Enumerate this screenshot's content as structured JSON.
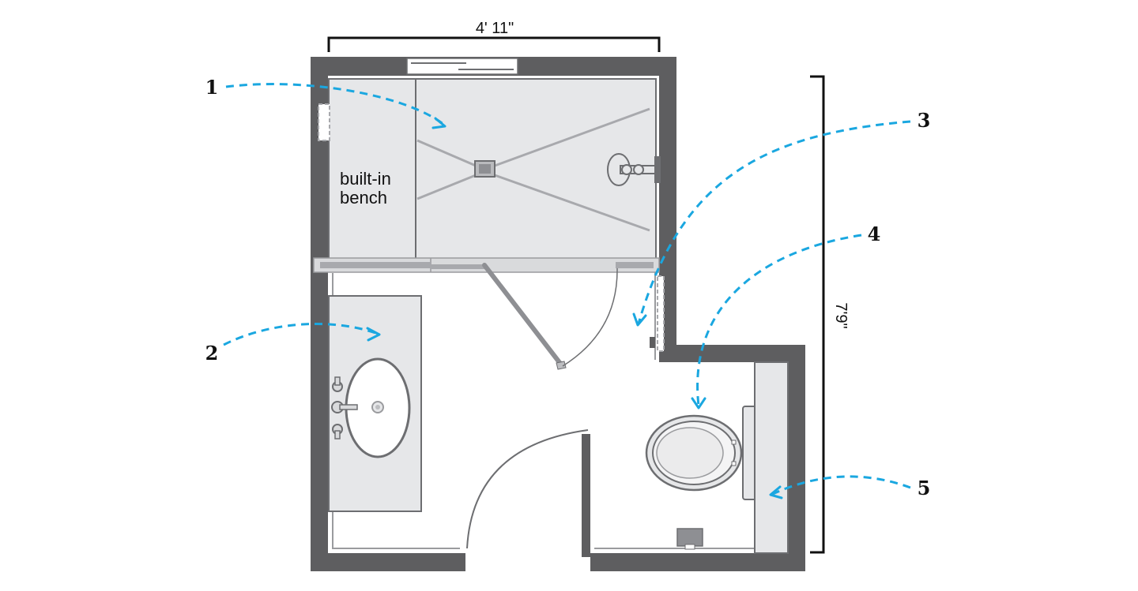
{
  "labels": {
    "width_dim": "4' 11\"",
    "height_dim": "7'9\"",
    "bench_line1": "built-in",
    "bench_line2": "bench"
  },
  "callouts": [
    "1",
    "2",
    "3",
    "4",
    "5"
  ],
  "colors": {
    "wall": "#5e5e60",
    "fixture_fill": "#e6e7e9",
    "fixture_stroke": "#6d6e71",
    "callout_arrow": "#1aa7e0"
  }
}
